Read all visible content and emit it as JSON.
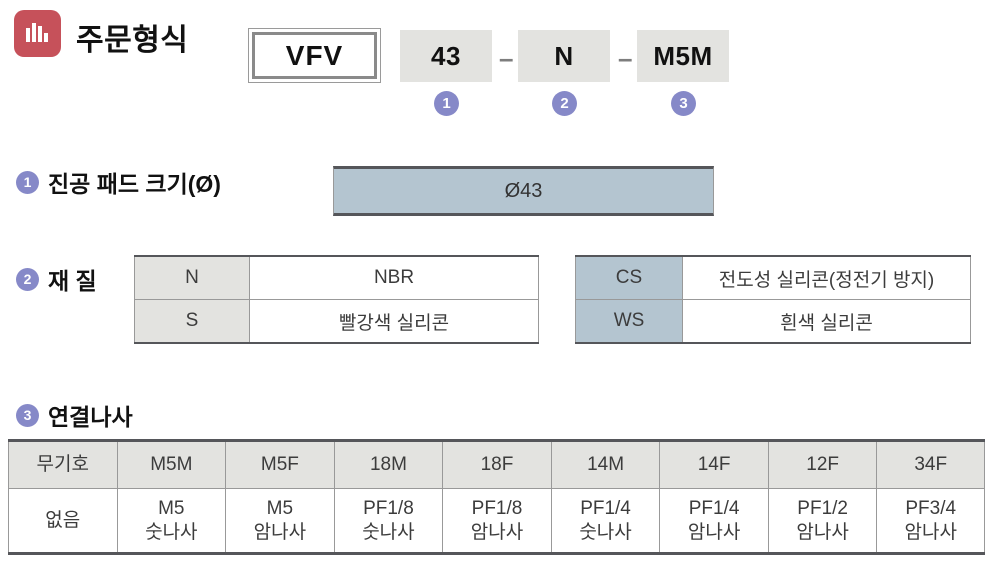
{
  "header": {
    "title": "주문형식",
    "icon": "bar-chart-icon"
  },
  "order_code": {
    "model": "VFV",
    "separator": "–",
    "segments": [
      {
        "code": "43",
        "num": "1"
      },
      {
        "code": "N",
        "num": "2"
      },
      {
        "code": "M5M",
        "num": "3"
      }
    ]
  },
  "sections": {
    "pad_size": {
      "num": "1",
      "title": "진공 패드 크기(Ø)",
      "value": "Ø43"
    },
    "material": {
      "num": "2",
      "title": "재 질",
      "left_table": {
        "rows": [
          {
            "code": "N",
            "desc": "NBR"
          },
          {
            "code": "S",
            "desc": "빨강색 실리콘"
          }
        ]
      },
      "right_table": {
        "rows": [
          {
            "code": "CS",
            "desc": "전도성 실리콘(정전기 방지)"
          },
          {
            "code": "WS",
            "desc": "흰색 실리콘"
          }
        ]
      }
    },
    "thread": {
      "num": "3",
      "title": "연결나사",
      "headers": [
        "무기호",
        "M5M",
        "M5F",
        "18M",
        "18F",
        "14M",
        "14F",
        "12F",
        "34F"
      ],
      "values": [
        "없음",
        "M5\n숫나사",
        "M5\n암나사",
        "PF1/8\n숫나사",
        "PF1/8\n암나사",
        "PF1/4\n숫나사",
        "PF1/4\n암나사",
        "PF1/2\n암나사",
        "PF3/4\n암나사"
      ]
    }
  },
  "colors": {
    "accent_red": "#c6515a",
    "number_badge": "#8689c8",
    "box_gray": "#e3e3e0",
    "box_blue": "#b4c5d0",
    "border_dark": "#55565a",
    "border_light": "#999999"
  }
}
